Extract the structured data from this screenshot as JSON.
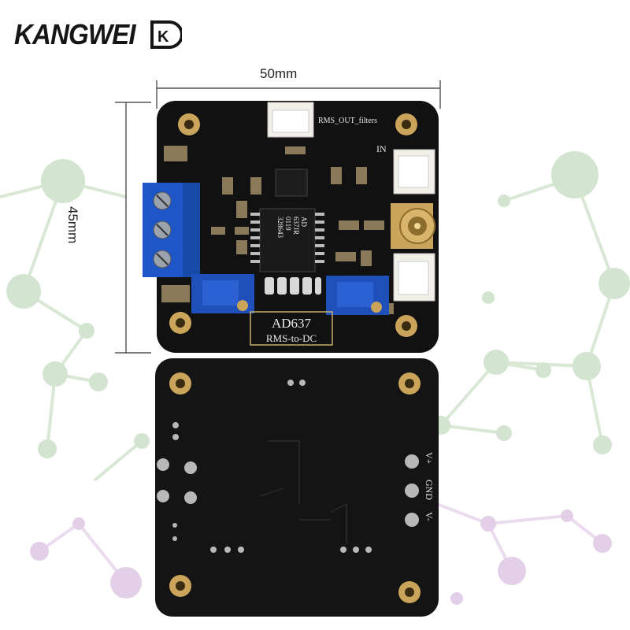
{
  "brand": {
    "logo_text": "KANGWEI",
    "logo_mark": "K"
  },
  "dimensions": {
    "width_label": "50mm",
    "height_label": "45mm"
  },
  "board_front": {
    "title": "AD637",
    "subtitle": "RMS-to-DC",
    "connector_label": "RMS_OUT_filters",
    "input_label": "IN",
    "chip_text": [
      "AD",
      "637JR",
      "0119",
      "328643"
    ]
  },
  "board_back": {
    "labels": [
      "V+",
      "GND",
      "V-"
    ]
  },
  "colors": {
    "pcb": "#121212",
    "terminal_block": "#1e56c8",
    "trimmer": "#1f4fb8",
    "pad_gold": "#c9a45a",
    "background_network": "#cfe2cc",
    "network_purple": "#e2cfe6"
  },
  "icons": [
    "kangwei-logo-icon",
    "network-background"
  ]
}
